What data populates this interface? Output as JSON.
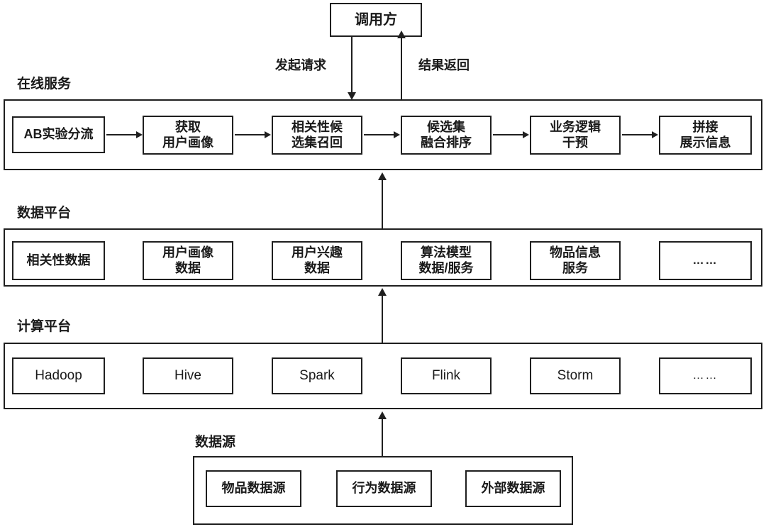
{
  "diagram": {
    "title_box": {
      "label": "调用方"
    },
    "edges": [
      {
        "name": "request-edge",
        "label": "发起请求",
        "direction": "down"
      },
      {
        "name": "response-edge",
        "label": "结果返回",
        "direction": "up"
      }
    ],
    "layers": [
      {
        "id": "online-service",
        "label": "在线服务",
        "style": "bold",
        "nodes": [
          {
            "lines": [
              "AB实验分流"
            ]
          },
          {
            "lines": [
              "获取",
              "用户画像"
            ]
          },
          {
            "lines": [
              "相关性候",
              "选集召回"
            ]
          },
          {
            "lines": [
              "候选集",
              "融合排序"
            ]
          },
          {
            "lines": [
              "业务逻辑",
              "干预"
            ]
          },
          {
            "lines": [
              "拼接",
              "展示信息"
            ]
          }
        ],
        "connected": true
      },
      {
        "id": "data-platform",
        "label": "数据平台",
        "style": "bold",
        "nodes": [
          {
            "lines": [
              "相关性数据"
            ]
          },
          {
            "lines": [
              "用户画像",
              "数据"
            ]
          },
          {
            "lines": [
              "用户兴趣",
              "数据"
            ]
          },
          {
            "lines": [
              "算法模型",
              "数据/服务"
            ]
          },
          {
            "lines": [
              "物品信息",
              "服务"
            ]
          },
          {
            "lines": [
              "……"
            ]
          }
        ],
        "connected": false
      },
      {
        "id": "compute-platform",
        "label": "计算平台",
        "style": "regular",
        "nodes": [
          {
            "lines": [
              "Hadoop"
            ]
          },
          {
            "lines": [
              "Hive"
            ]
          },
          {
            "lines": [
              "Spark"
            ]
          },
          {
            "lines": [
              "Flink"
            ]
          },
          {
            "lines": [
              "Storm"
            ]
          },
          {
            "lines": [
              "……"
            ]
          }
        ],
        "connected": false
      },
      {
        "id": "data-source",
        "label": "数据源",
        "style": "bold",
        "nodes": [
          {
            "lines": [
              "物品数据源"
            ]
          },
          {
            "lines": [
              "行为数据源"
            ]
          },
          {
            "lines": [
              "外部数据源"
            ]
          }
        ],
        "connected": false
      }
    ],
    "vertical_flows": [
      {
        "name": "data-platform-to-online-service",
        "direction": "up"
      },
      {
        "name": "compute-platform-to-data-platform",
        "direction": "up"
      },
      {
        "name": "data-source-to-compute-platform",
        "direction": "up"
      }
    ],
    "colors": {
      "stroke": "#1f1f1f",
      "background": "#ffffff",
      "text": "#1a1a1a"
    }
  }
}
